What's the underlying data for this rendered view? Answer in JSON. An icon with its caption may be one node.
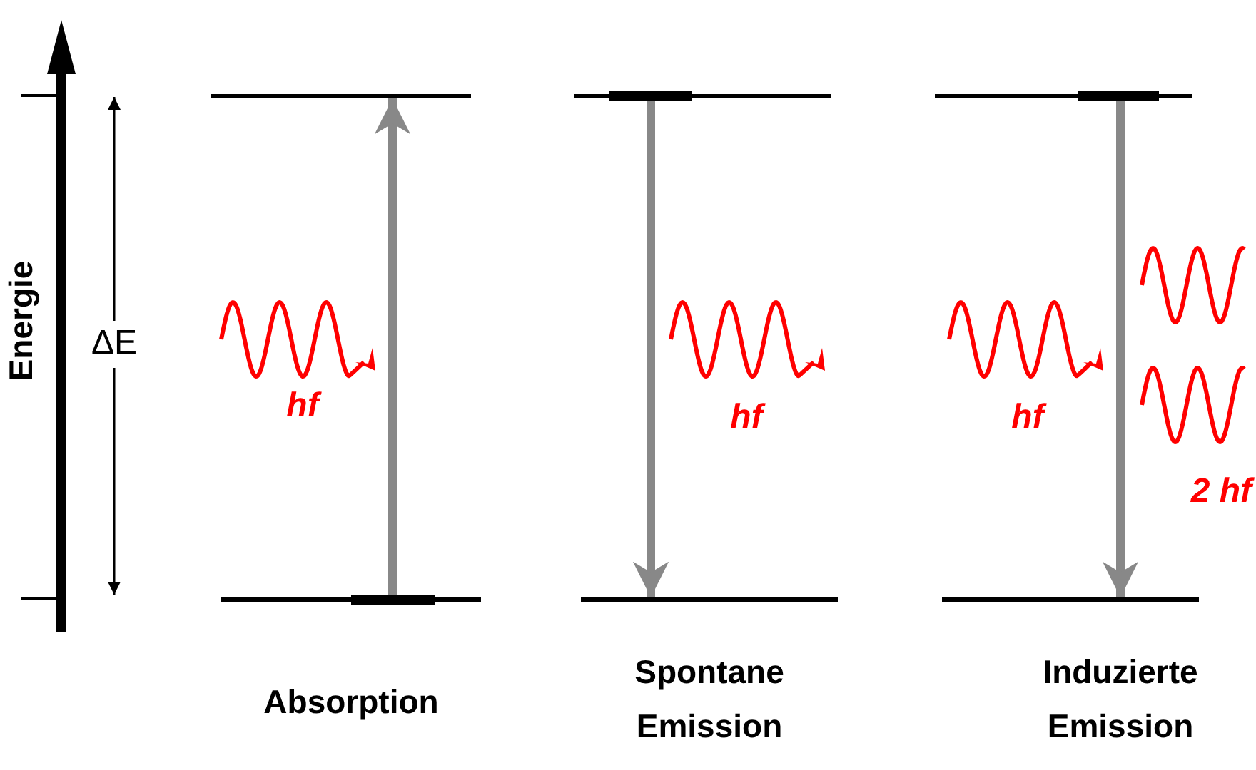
{
  "diagram": {
    "nodes": [
      {
        "text": [],
        "shape": "bar"
      },
      {
        "text": [],
        "shape": "bar"
      },
      {
        "text": [],
        "shape": "bar"
      },
      {
        "text": [],
        "shape": "bar"
      },
      {
        "text": [],
        "shape": "bar"
      },
      {
        "text": [],
        "shape": "bar"
      }
    ],
    "edges": [
      {
        "from": 1,
        "to": 0,
        "arrow": "to"
      },
      {
        "from": 2,
        "to": 3,
        "arrow": "to"
      },
      {
        "from": 4,
        "to": 5,
        "arrow": "to"
      }
    ],
    "labels": [
      "Energie",
      "ΔE",
      "hf",
      "hf",
      "hf",
      "2 hf",
      "Absorption",
      "Spontane Emission",
      "Induzierte Emission"
    ]
  }
}
